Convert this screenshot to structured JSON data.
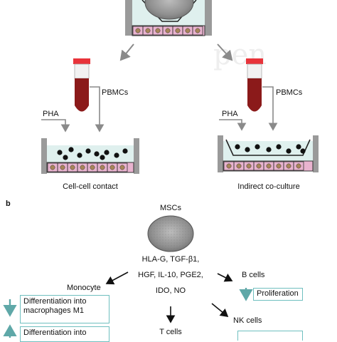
{
  "panel_a": {
    "left_tube_label": "PBMCs",
    "left_pha_label": "PHA",
    "left_caption": "Cell-cell contact",
    "right_tube_label": "PBMCs",
    "right_pha_label": "PHA",
    "right_caption": "Indirect co-culture"
  },
  "panel_b": {
    "panel_letter": "b",
    "msc_label": "MSCs",
    "factors": [
      "HLA-G, TGF-β1,",
      "HGF, IL-10, PGE2,",
      "IDO, NO"
    ],
    "monocyte_label": "Monocyte",
    "monocyte_items": [
      "Differentiation into",
      "macrophages M1",
      "Differentiation into"
    ],
    "bcells_label": "B cells",
    "bcells_effect": "Proliferation",
    "nkcells_label": "NK cells",
    "tcells_label": "T cells"
  },
  "colors": {
    "tube_cap": "#e8333a",
    "blood": "#8b1a1a",
    "dish_wall": "#9a9a9a",
    "medium": "#dff0ee",
    "insert_cells": "#e9b3cf",
    "cell_nucleus": "#a8855a",
    "arrow_grey": "#888888",
    "teal": "#5fa8a8"
  }
}
